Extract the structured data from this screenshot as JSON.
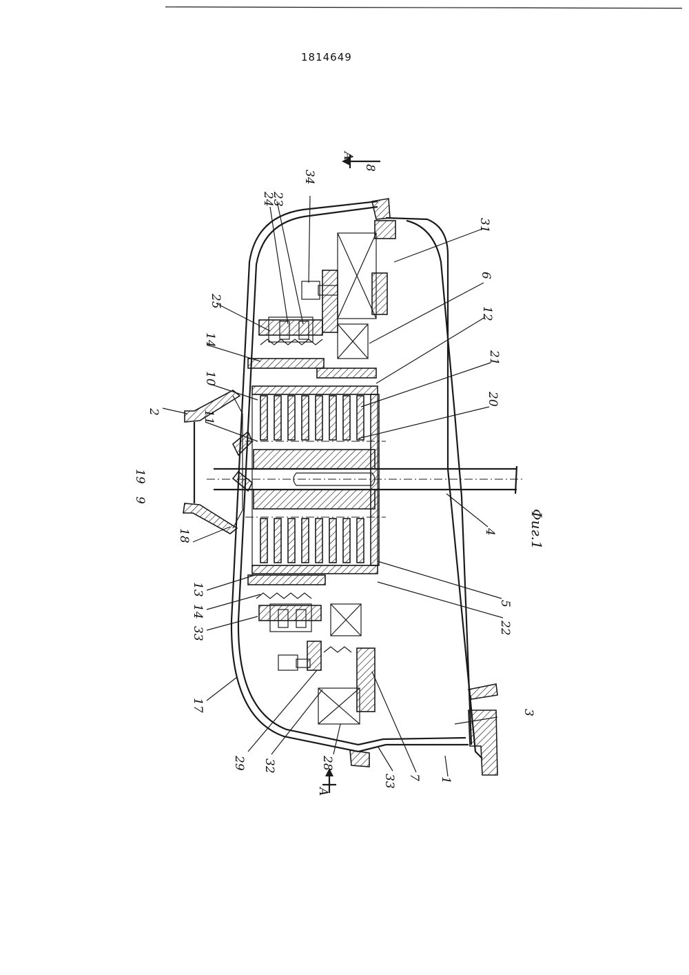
{
  "document": {
    "number": "1814649",
    "figure_caption": "Фиг.1",
    "section_mark": "A"
  },
  "callouts": [
    "24",
    "23",
    "34",
    "8",
    "25",
    "14",
    "10",
    "11",
    "2",
    "19",
    "9",
    "18",
    "13",
    "14",
    "33",
    "17",
    "29",
    "32",
    "28",
    "33",
    "7",
    "1",
    "3",
    "22",
    "5",
    "4",
    "20",
    "21",
    "12",
    "6",
    "31"
  ]
}
